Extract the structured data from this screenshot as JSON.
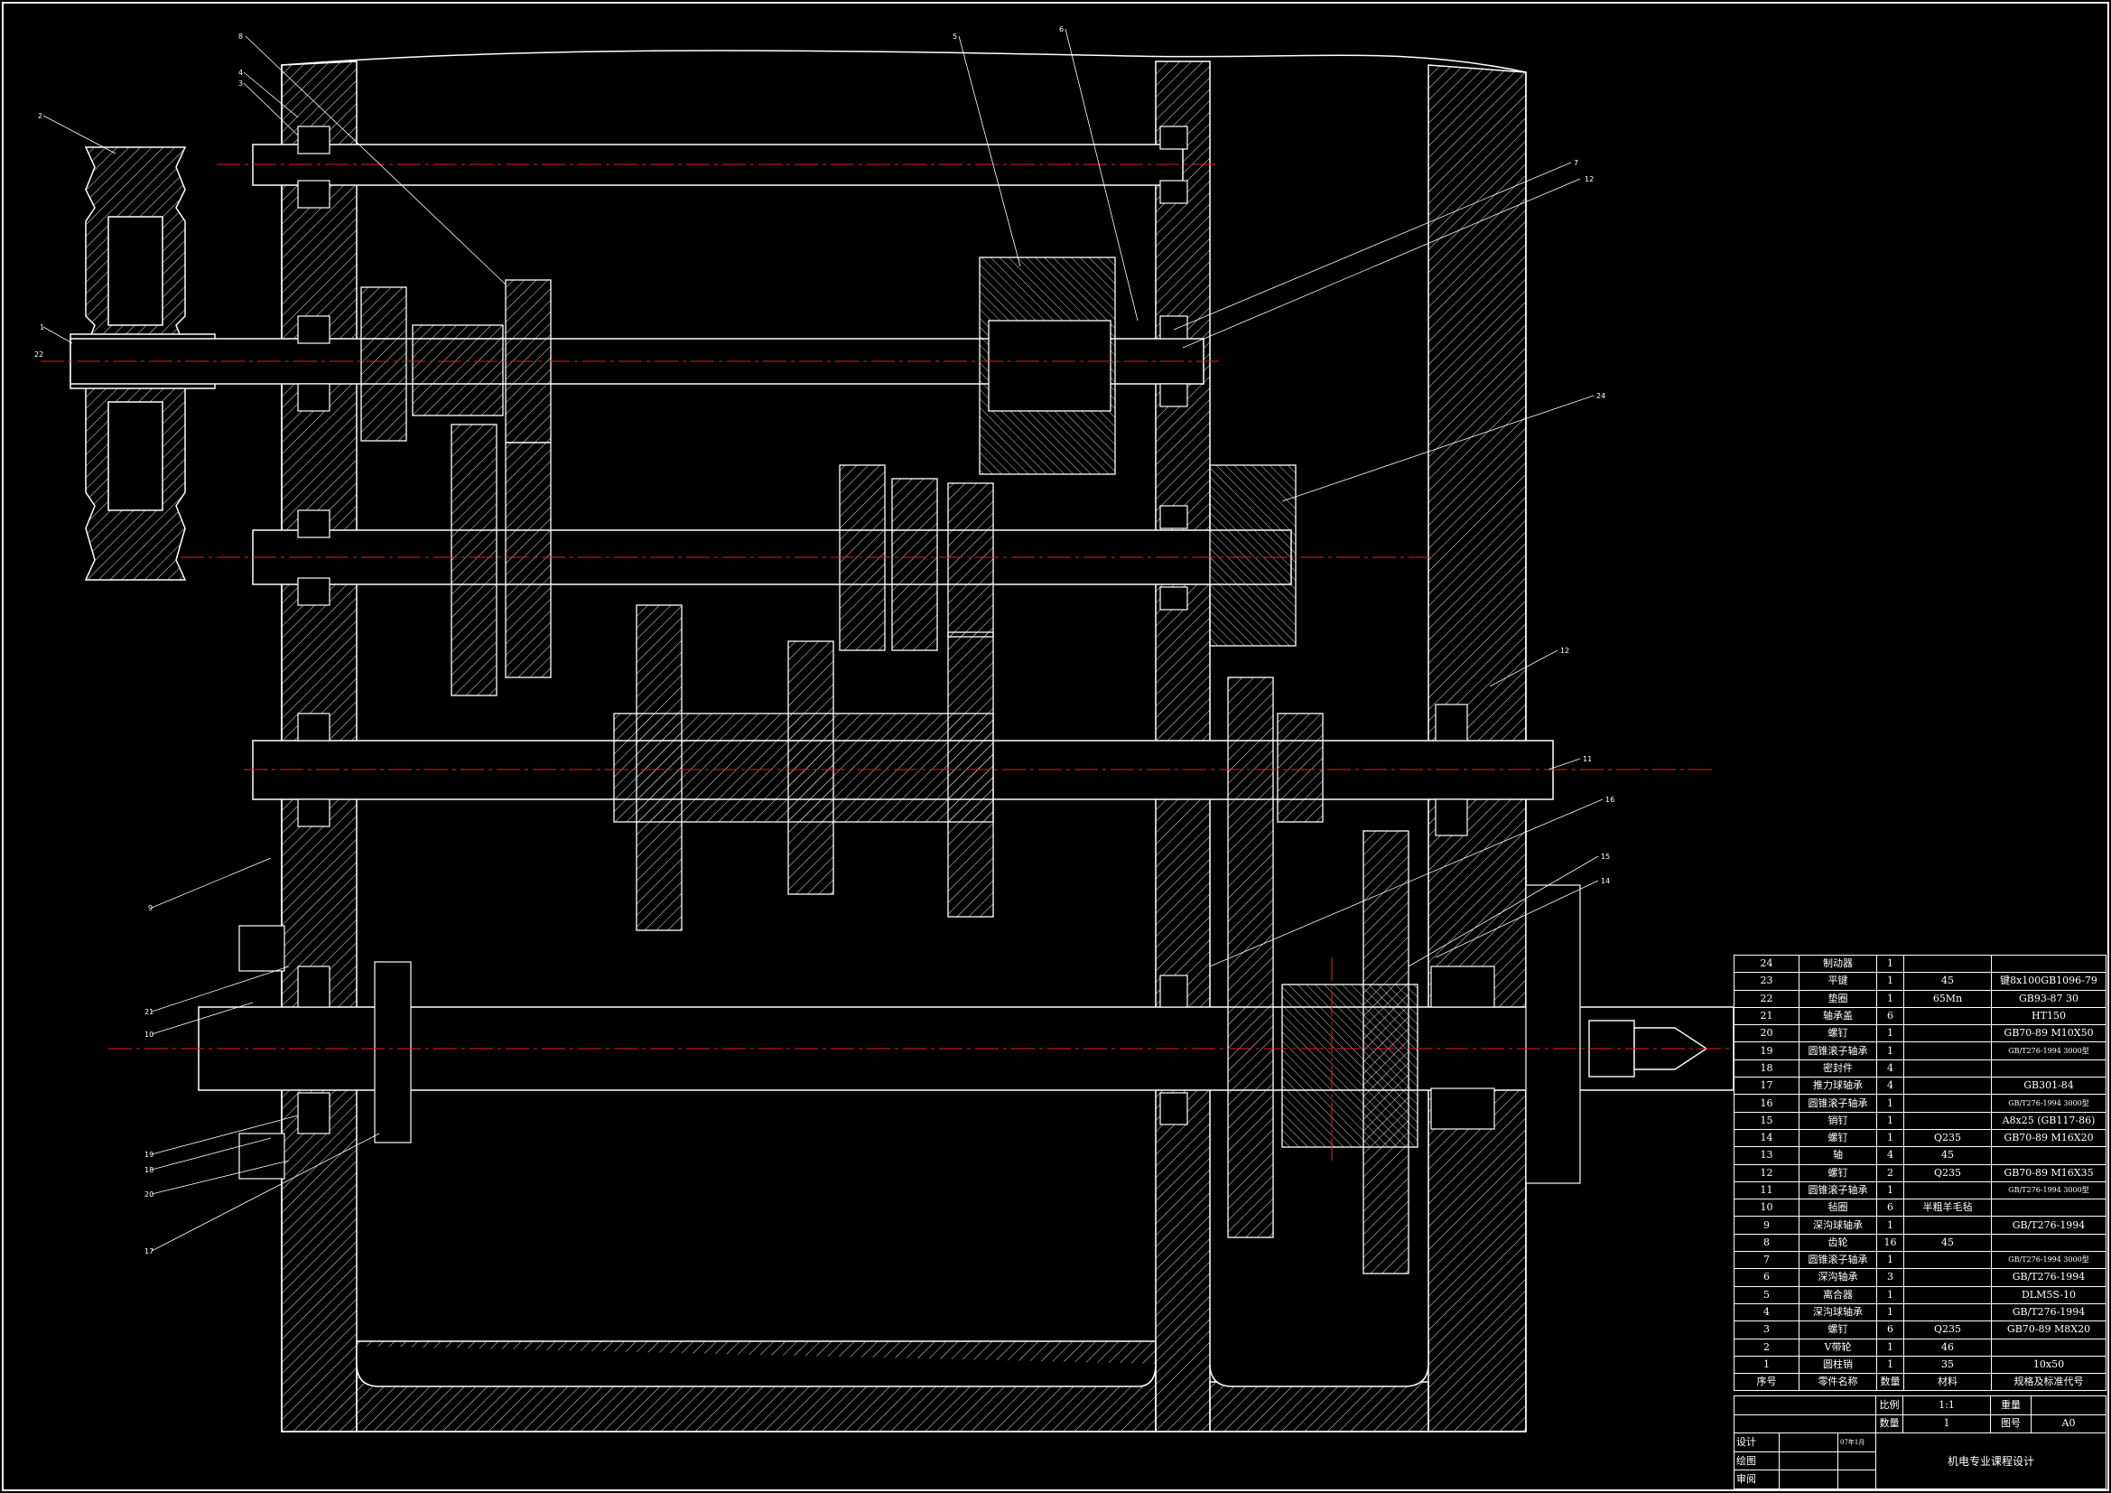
{
  "callouts": [
    "8",
    "4",
    "3",
    "2",
    "1",
    "22",
    "5",
    "6",
    "7",
    "12",
    "24",
    "12",
    "11",
    "16",
    "15",
    "14",
    "9",
    "21",
    "10",
    "19",
    "18",
    "20",
    "17"
  ],
  "bom": {
    "header": {
      "no": "序号",
      "name": "零件名称",
      "qty": "数量",
      "material": "材料",
      "spec": "规格及标准代号"
    },
    "rows": [
      {
        "no": "24",
        "name": "制动器",
        "qty": "1",
        "material": "",
        "spec": ""
      },
      {
        "no": "23",
        "name": "平键",
        "qty": "1",
        "material": "45",
        "spec": "键8x100GB1096-79"
      },
      {
        "no": "22",
        "name": "垫圈",
        "qty": "1",
        "material": "65Mn",
        "spec": "GB93-87 30"
      },
      {
        "no": "21",
        "name": "轴承盖",
        "qty": "6",
        "material": "",
        "spec": "HT150"
      },
      {
        "no": "20",
        "name": "螺钉",
        "qty": "1",
        "material": "",
        "spec": "GB70-89 M10X50"
      },
      {
        "no": "19",
        "name": "圆锥滚子轴承",
        "qty": "1",
        "material": "",
        "spec": "GB/T276-1994 3000型"
      },
      {
        "no": "18",
        "name": "密封件",
        "qty": "4",
        "material": "",
        "spec": ""
      },
      {
        "no": "17",
        "name": "推力球轴承",
        "qty": "4",
        "material": "",
        "spec": "GB301-84"
      },
      {
        "no": "16",
        "name": "圆锥滚子轴承",
        "qty": "1",
        "material": "",
        "spec": "GB/T276-1994 3000型"
      },
      {
        "no": "15",
        "name": "销钉",
        "qty": "1",
        "material": "",
        "spec": "A8x25 (GB117-86)"
      },
      {
        "no": "14",
        "name": "螺钉",
        "qty": "1",
        "material": "Q235",
        "spec": "GB70-89 M16X20"
      },
      {
        "no": "13",
        "name": "轴",
        "qty": "4",
        "material": "45",
        "spec": ""
      },
      {
        "no": "12",
        "name": "螺钉",
        "qty": "2",
        "material": "Q235",
        "spec": "GB70-89 M16X35"
      },
      {
        "no": "11",
        "name": "圆锥滚子轴承",
        "qty": "1",
        "material": "",
        "spec": "GB/T276-1994 3000型"
      },
      {
        "no": "10",
        "name": "毡圈",
        "qty": "6",
        "material": "半粗羊毛毡",
        "spec": ""
      },
      {
        "no": "9",
        "name": "深沟球轴承",
        "qty": "1",
        "material": "",
        "spec": "GB/T276-1994"
      },
      {
        "no": "8",
        "name": "齿轮",
        "qty": "16",
        "material": "45",
        "spec": ""
      },
      {
        "no": "7",
        "name": "圆锥滚子轴承",
        "qty": "1",
        "material": "",
        "spec": "GB/T276-1994 3000型"
      },
      {
        "no": "6",
        "name": "深沟轴承",
        "qty": "3",
        "material": "",
        "spec": "GB/T276-1994"
      },
      {
        "no": "5",
        "name": "离合器",
        "qty": "1",
        "material": "",
        "spec": "DLM5S-10"
      },
      {
        "no": "4",
        "name": "深沟球轴承",
        "qty": "1",
        "material": "",
        "spec": "GB/T276-1994"
      },
      {
        "no": "3",
        "name": "螺钉",
        "qty": "6",
        "material": "Q235",
        "spec": "GB70-89 M8X20"
      },
      {
        "no": "2",
        "name": "V带轮",
        "qty": "1",
        "material": "46",
        "spec": ""
      },
      {
        "no": "1",
        "name": "圆柱销",
        "qty": "1",
        "material": "35",
        "spec": "10x50"
      }
    ]
  },
  "titleblock": {
    "scale_label": "比例",
    "scale": "1:1",
    "weight_label": "重量",
    "qty_label": "数量",
    "qty": "1",
    "drawing_no_label": "图号",
    "drawing_no": "A0",
    "design_label": "设计",
    "design_date": "07年1月",
    "drawn_label": "绘图",
    "review_label": "审阅",
    "project": "机电专业课程设计"
  }
}
